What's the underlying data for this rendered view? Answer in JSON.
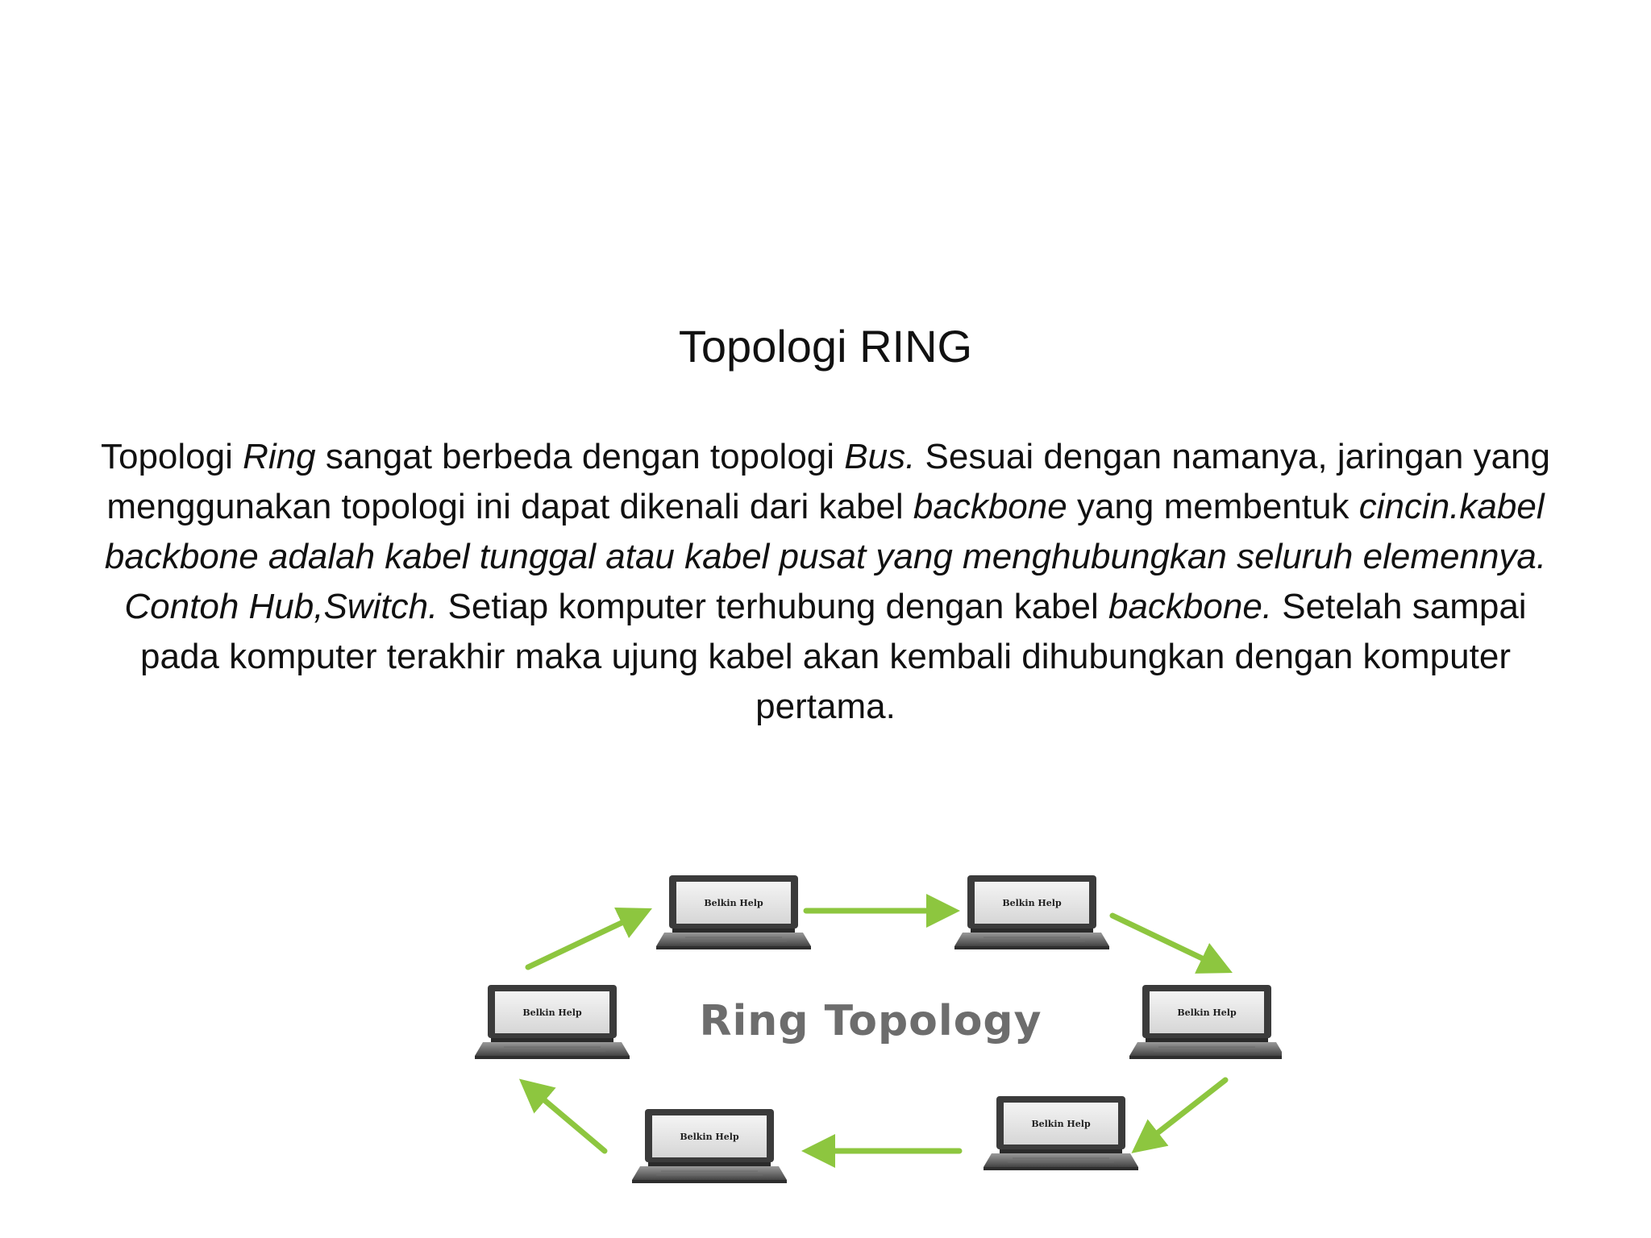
{
  "slide": {
    "title": "Topologi RING",
    "paragraph": [
      {
        "text": "Topologi ",
        "italic": false
      },
      {
        "text": "Ring",
        "italic": true
      },
      {
        "text": " sangat berbeda dengan topologi ",
        "italic": false
      },
      {
        "text": "Bus.",
        "italic": true
      },
      {
        "text": " Sesuai dengan namanya, jaringan yang menggunakan topologi ini dapat dikenali dari kabel ",
        "italic": false
      },
      {
        "text": "backbone",
        "italic": true
      },
      {
        "text": " yang membentuk ",
        "italic": false
      },
      {
        "text": "cincin.kabel backbone adalah kabel tunggal atau kabel pusat yang menghubungkan seluruh elemennya. Contoh Hub,Switch.",
        "italic": true
      },
      {
        "text": " Setiap komputer terhubung dengan kabel ",
        "italic": false
      },
      {
        "text": "backbone.",
        "italic": true
      },
      {
        "text": " Setelah sampai pada komputer terakhir maka ujung kabel akan kembali dihubungkan dengan komputer pertama.",
        "italic": false
      }
    ]
  },
  "diagram": {
    "label": "Ring Topology",
    "arrow_color": "#8dc63f",
    "laptops": [
      {
        "screen_text": "Belkin Help"
      },
      {
        "screen_text": "Belkin Help"
      },
      {
        "screen_text": "Belkin Help"
      },
      {
        "screen_text": "Belkin Help"
      },
      {
        "screen_text": "Belkin Help"
      },
      {
        "screen_text": "Belkin Help"
      }
    ]
  }
}
